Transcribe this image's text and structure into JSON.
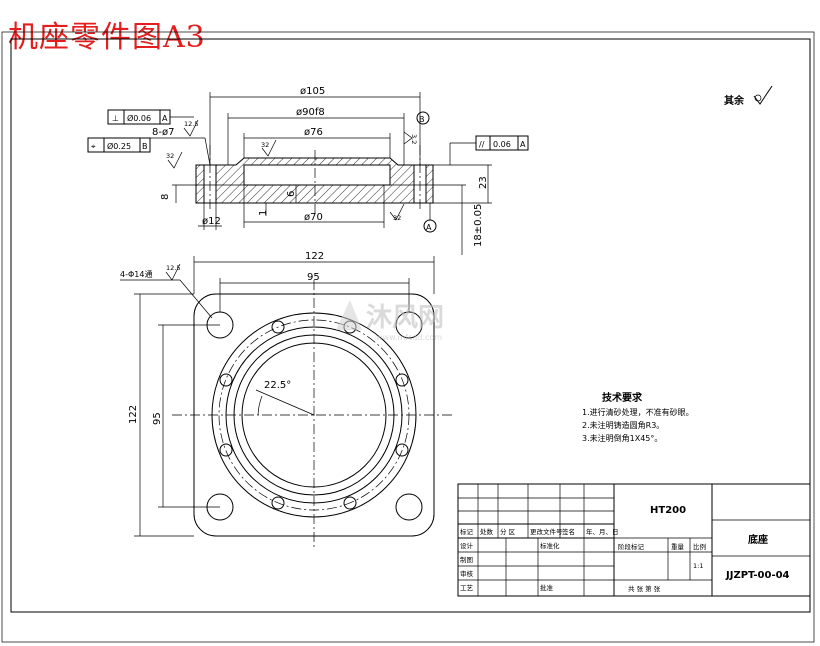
{
  "page_title": "机座零件图A3",
  "roughness_note": "其余",
  "dims": {
    "d105": "ø105",
    "d90f8": "ø90f8",
    "d76": "ø76",
    "d70": "ø70",
    "d12": "ø12",
    "h23": "23",
    "h18": "18±0.05",
    "h8": "8",
    "h6": "6",
    "h1": "1",
    "holes8": "8-ø7",
    "w122_top": "122",
    "w95_top": "95",
    "h122_left": "122",
    "h95_left": "95",
    "holes4": "4-Φ14通",
    "angle": "22.5°",
    "rough32": "32",
    "rough125": "12.5",
    "rough32b": "3.2"
  },
  "tolerances": {
    "perp": {
      "symbol": "⊥",
      "value": "Ø0.06",
      "datum": "A"
    },
    "pos": {
      "symbol": "⌖",
      "value": "Ø0.25",
      "datum": "B"
    },
    "par": {
      "symbol": "//",
      "value": "0.06",
      "datum": "A"
    }
  },
  "datums": {
    "a": "A",
    "b": "B"
  },
  "watermark": {
    "brand": "沐风网",
    "url": "www.mfcad.com"
  },
  "tech_req": {
    "title": "技术要求",
    "items": [
      "1.进行清砂处理，不准有砂眼。",
      "2.未注明铸造圆角R3。",
      "3.未注明倒角1X45°。"
    ]
  },
  "title_block": {
    "material": "HT200",
    "part_name": "底座",
    "drawing_no": "JJZPT-00-04",
    "scale": "1:1",
    "header_cells": [
      "标记",
      "处数",
      "分 区",
      "更改文件号",
      "签名",
      "年、月、日"
    ],
    "left_rows": [
      "设计",
      "制图",
      "审核",
      "工艺"
    ],
    "standardize": "标准化",
    "approve": "批准",
    "stage_mark": "阶段标记",
    "weight": "重量",
    "ratio": "比例",
    "sheets": "共    张  第    张"
  }
}
